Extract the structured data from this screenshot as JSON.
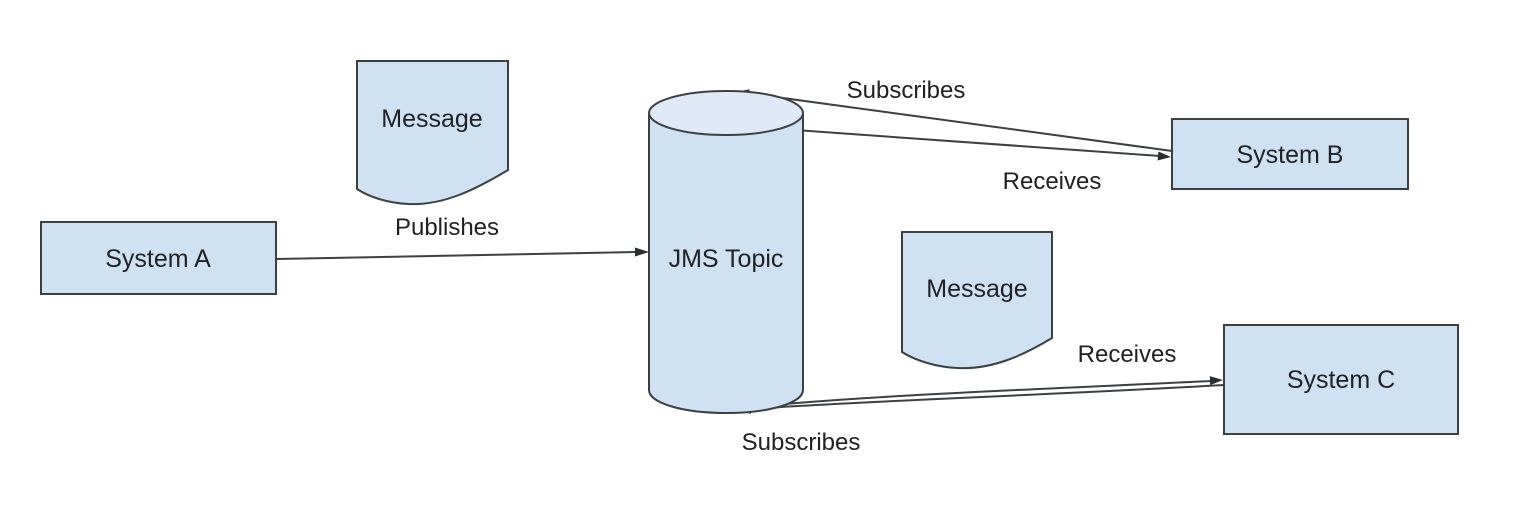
{
  "diagram": {
    "title": "JMS Topic publish/subscribe diagram",
    "colors": {
      "background": "#ffffff",
      "shape_fill": "#cfe2f3",
      "cylinder_top_fill": "#dfe9f7",
      "stroke": "#3d4043",
      "text": "#202124"
    },
    "nodes": {
      "system_a": "System A",
      "system_b": "System B",
      "system_c": "System C",
      "jms_topic": "JMS Topic",
      "message_top": "Message",
      "message_bottom": "Message"
    },
    "edges": {
      "publishes": "Publishes",
      "subscribes_top": "Subscribes",
      "receives_top": "Receives",
      "receives_bottom": "Receives",
      "subscribes_bottom": "Subscribes"
    }
  }
}
